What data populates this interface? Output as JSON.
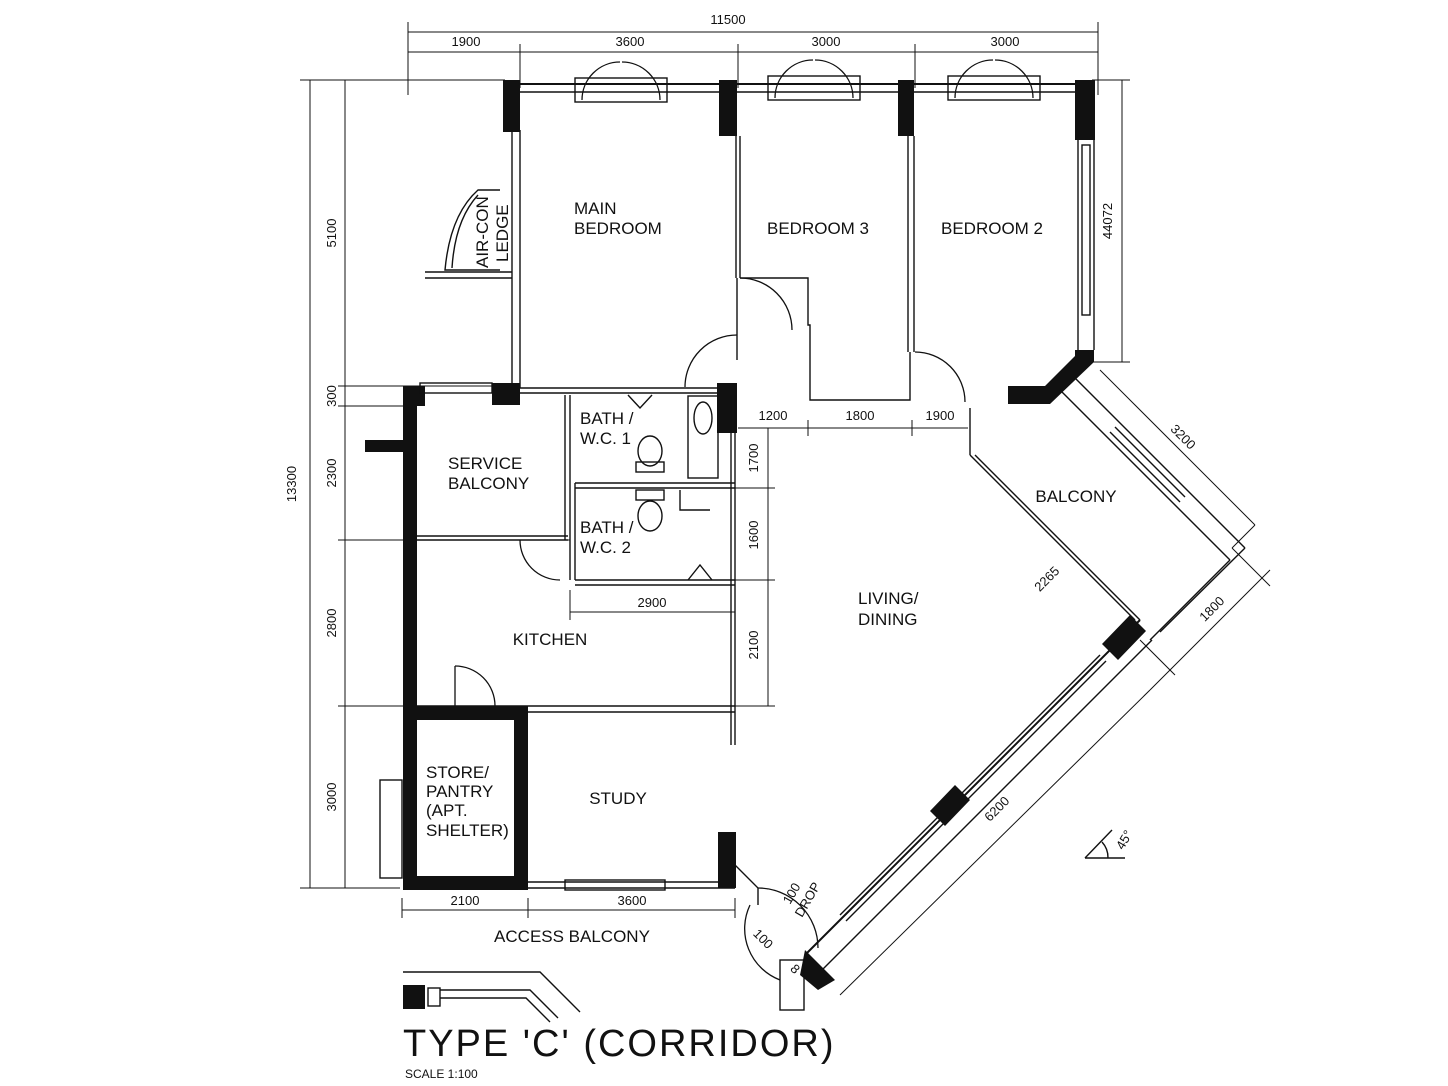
{
  "title": "TYPE 'C' (CORRIDOR)",
  "scale": "SCALE  1:100",
  "rooms": {
    "main_bedroom": [
      "MAIN",
      "BEDROOM"
    ],
    "bedroom3": "BEDROOM  3",
    "bedroom2": "BEDROOM  2",
    "aircon_ledge": [
      "AIR-CON",
      "LEDGE"
    ],
    "bath1": [
      "BATH /",
      "W.C. 1"
    ],
    "bath2": [
      "BATH /",
      "W.C. 2"
    ],
    "service_balcony": [
      "SERVICE",
      "BALCONY"
    ],
    "kitchen": "KITCHEN",
    "living_dining": [
      "LIVING/",
      "DINING"
    ],
    "balcony": "BALCONY",
    "store": [
      "STORE/",
      "PANTRY",
      "(APT.",
      "SHELTER)"
    ],
    "study": "STUDY",
    "access_balcony": "ACCESS BALCONY",
    "drop": [
      "100",
      "DROP"
    ]
  },
  "dimensions": {
    "top_total": "11500",
    "top_segments": [
      "1900",
      "3600",
      "3000",
      "3000"
    ],
    "left_total": "13300",
    "left_segments": [
      "5100",
      "300",
      "2300",
      "2800",
      "3000"
    ],
    "right_bedroom2": "44072",
    "inner_row": [
      "1200",
      "1800",
      "1900"
    ],
    "bath_heights": [
      "1700",
      "1600"
    ],
    "kitchen_width": "2900",
    "kitchen_height": "2100",
    "bottom_segments": [
      "2100",
      "3600"
    ],
    "balcony_diag": "3200",
    "balcony_side": "1800",
    "living_diag": "6200",
    "balcony_inner": "2265",
    "drop_small": "100",
    "drop_tiny": "8",
    "angle": "45°"
  }
}
